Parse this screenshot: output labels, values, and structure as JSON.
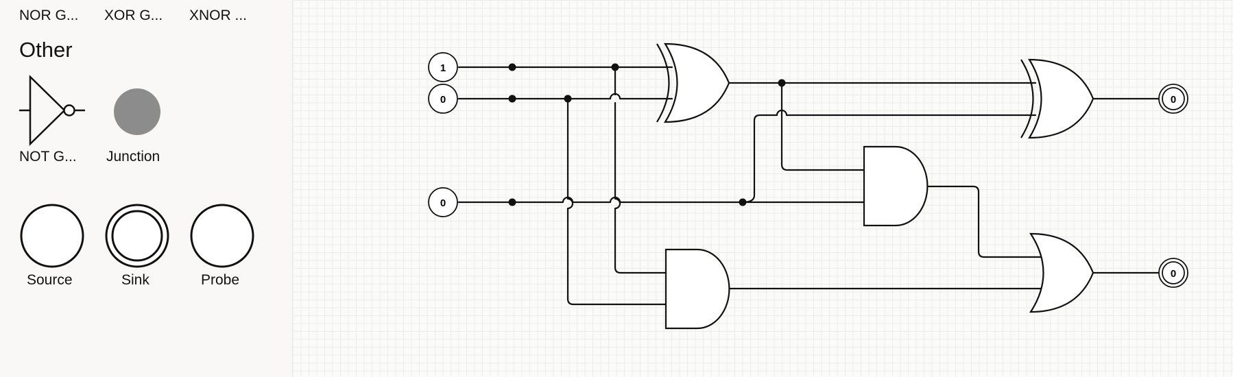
{
  "sidebar": {
    "top_items": [
      {
        "label": "NOR G..."
      },
      {
        "label": "XOR G..."
      },
      {
        "label": "XNOR ..."
      }
    ],
    "section_title": "Other",
    "items": [
      {
        "label": "NOT G...",
        "icon": "not-gate-icon"
      },
      {
        "label": "Junction",
        "icon": "junction-icon"
      },
      {
        "label": "Source",
        "icon": "source-icon"
      },
      {
        "label": "Sink",
        "icon": "sink-icon"
      },
      {
        "label": "Probe",
        "icon": "probe-icon"
      }
    ]
  },
  "canvas": {
    "sources": [
      {
        "value": "1"
      },
      {
        "value": "0"
      },
      {
        "value": "0"
      }
    ],
    "sinks": [
      {
        "value": "0"
      },
      {
        "value": "0"
      }
    ],
    "gates": [
      {
        "type": "XOR"
      },
      {
        "type": "XOR"
      },
      {
        "type": "AND"
      },
      {
        "type": "AND"
      },
      {
        "type": "OR"
      }
    ]
  },
  "colors": {
    "junction_fill": "#8c8c8c",
    "wire": "#111111",
    "background": "#fbfaf8"
  }
}
